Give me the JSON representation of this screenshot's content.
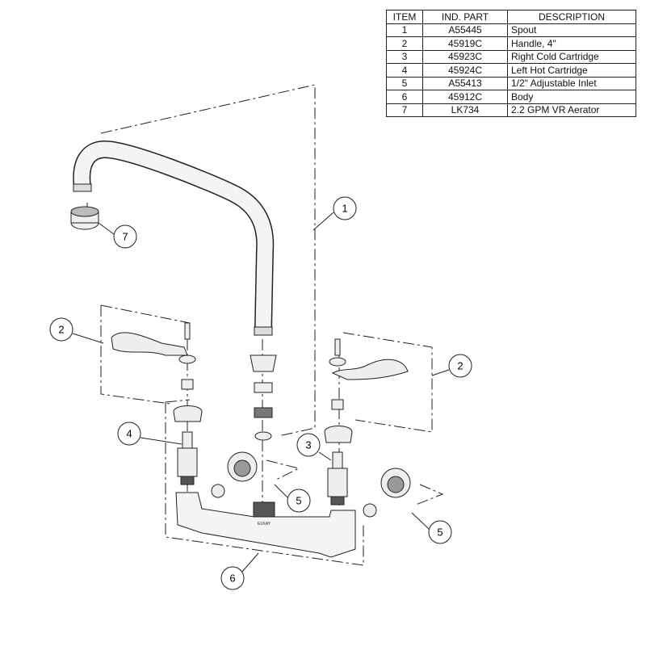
{
  "parts_table": {
    "headers": [
      "ITEM",
      "IND. PART",
      "DESCRIPTION"
    ],
    "rows": [
      {
        "item": "1",
        "part": "A55445",
        "description": "Spout"
      },
      {
        "item": "2",
        "part": "45919C",
        "description": "Handle, 4\""
      },
      {
        "item": "3",
        "part": "45923C",
        "description": "Right Cold Cartridge"
      },
      {
        "item": "4",
        "part": "45924C",
        "description": "Left Hot Cartridge"
      },
      {
        "item": "5",
        "part": "A55413",
        "description": "1/2\" Adjustable Inlet"
      },
      {
        "item": "6",
        "part": "45912C",
        "description": "Body"
      },
      {
        "item": "7",
        "part": "LK734",
        "description": "2.2 GPM VR Aerator"
      }
    ]
  },
  "balloons": {
    "spout": "1",
    "aerator": "7",
    "handle_left": "2",
    "handle_right": "2",
    "cartridge_hot": "4",
    "cartridge_cold": "3",
    "inlet_left": "5",
    "inlet_right": "5",
    "body": "6"
  },
  "body_logo": "ELKAY"
}
